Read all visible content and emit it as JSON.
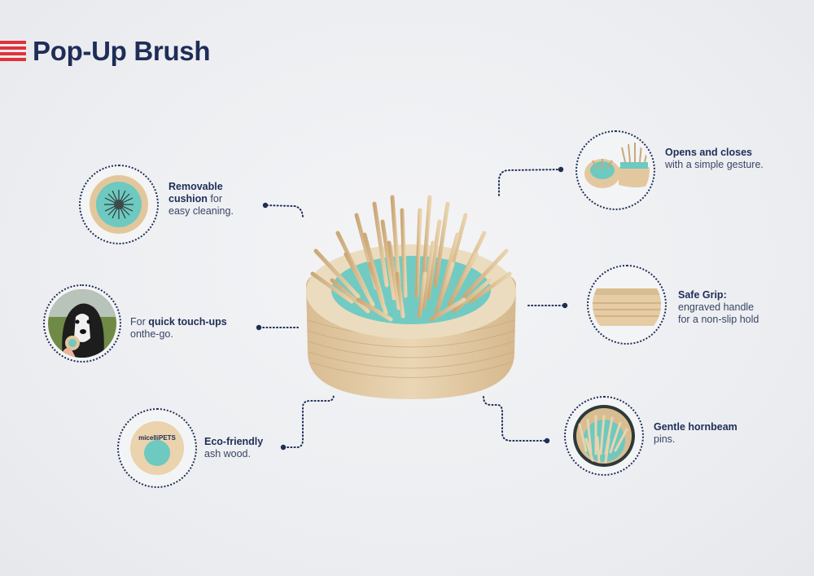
{
  "title": "Pop-Up Brush",
  "colors": {
    "navy": "#1f2d57",
    "stripe_red": "#e0323a",
    "teal": "#6ec9c0",
    "wood": "#e4cda8"
  },
  "features": {
    "removable": {
      "bold": "Removable cushion",
      "rest": " for easy cleaning.",
      "line1_bold": "Removable",
      "line2_bold": "cushion",
      "line2_rest": " for",
      "line3": "easy cleaning."
    },
    "touchups": {
      "pre": "For ",
      "bold": "quick touch-ups",
      "line2": "onthe-go."
    },
    "eco": {
      "bold": "Eco-friendly",
      "line2": "ash wood."
    },
    "opens": {
      "bold": "Opens and closes",
      "line2": "with a simple gesture."
    },
    "grip": {
      "bold": "Safe Grip:",
      "line2": "engraved handle",
      "line3": "for a non-slip hold"
    },
    "pins": {
      "bold": "Gentle hornbeam",
      "line2": "pins."
    }
  },
  "badge_logo": "micelliPETS"
}
